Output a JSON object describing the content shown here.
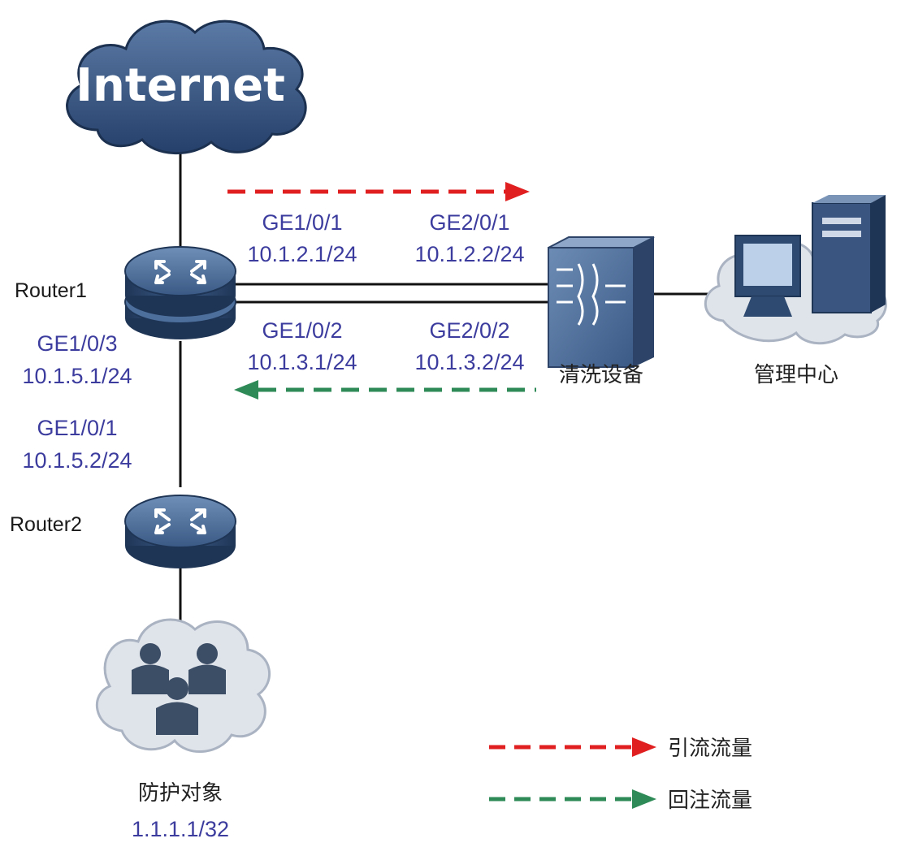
{
  "nodes": {
    "internet": "Internet",
    "router1": "Router1",
    "router2": "Router2",
    "cleaning_device": "清洗设备",
    "management_center": "管理中心",
    "protected_object": "防护对象",
    "protected_ip": "1.1.1.1/32"
  },
  "interfaces": {
    "r1_ge101": "GE1/0/1",
    "r1_ge101_ip": "10.1.2.1/24",
    "clean_ge201": "GE2/0/1",
    "clean_ge201_ip": "10.1.2.2/24",
    "r1_ge102": "GE1/0/2",
    "r1_ge102_ip": "10.1.3.1/24",
    "clean_ge202": "GE2/0/2",
    "clean_ge202_ip": "10.1.3.2/24",
    "r1_ge103": "GE1/0/3",
    "r1_ge103_ip": "10.1.5.1/24",
    "r2_ge101": "GE1/0/1",
    "r2_ge101_ip": "10.1.5.2/24"
  },
  "legend": {
    "divert": "引流流量",
    "reinject": "回注流量"
  },
  "colors": {
    "divert_arrow": "#e02020",
    "reinject_arrow": "#2e8b57",
    "interface_text": "#3c3c9e",
    "cloud_dark": "#2f4a6e",
    "cloud_light": "#e2e6ee",
    "router_body": "#3a5a85"
  },
  "icons": {
    "internet": "cloud-icon",
    "router1": "router-icon",
    "router2": "router-icon",
    "cleaning_device": "firewall-icon",
    "management_center": "server-pc-icon",
    "protected_object": "user-group-icon"
  }
}
